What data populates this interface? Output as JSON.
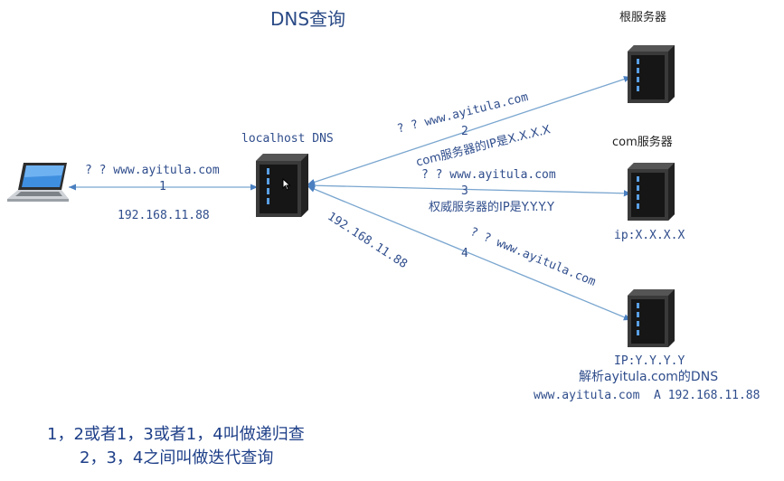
{
  "title": "DNS查询",
  "nodes": {
    "client": {},
    "localdns": {
      "label": "localhost DNS"
    },
    "root": {
      "label": "根服务器"
    },
    "com": {
      "label": "com服务器",
      "ip": "ip:X.X.X.X"
    },
    "auth": {
      "ip": "IP:Y.Y.Y.Y",
      "resolve": "解析ayitula.com的DNS",
      "record": "www.ayitula.com  A 192.168.11.88"
    }
  },
  "edges": {
    "e1": {
      "query": "? ? www.ayitula.com",
      "num": "1",
      "answer": "192.168.11.88"
    },
    "e2": {
      "query": "? ? www.ayitula.com",
      "num": "2",
      "answer": "com服务器的IP是X.X.X.X"
    },
    "e3": {
      "query": "? ? www.ayitula.com",
      "num": "3",
      "answer": "权威服务器的IP是Y.Y.Y.Y"
    },
    "e4": {
      "query": "? ? www.ayitula.com",
      "num": "4",
      "answer": "192.168.11.88"
    }
  },
  "notes": {
    "line1": "1，2或者1，3或者1，4叫做递归查",
    "line2": "2，3，4之间叫做迭代查询"
  },
  "colors": {
    "text": "#2f4d8c",
    "arrow": "#7aa6cf",
    "server_dark": "#1a1a1a",
    "server_light": "#4a4a4a",
    "led": "#5aa0e6"
  }
}
